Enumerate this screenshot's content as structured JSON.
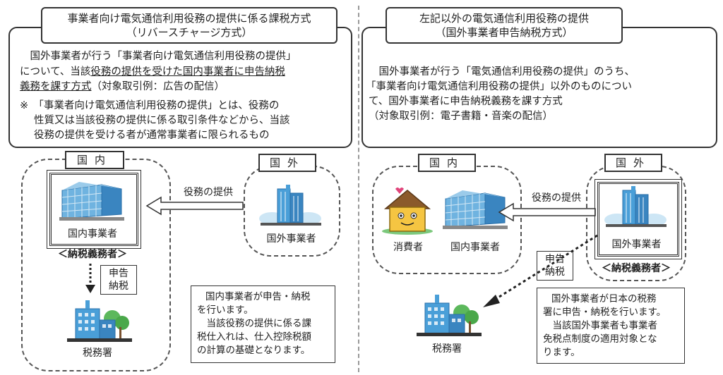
{
  "left": {
    "title_line1": "事業者向け電気通信利用役務の提供に係る課税方式",
    "title_line2": "（リバースチャージ方式）",
    "desc_line1": "　国外事業者が行う「事業者向け電気通信利用役務の提供」",
    "desc_line2a": "について、当該",
    "desc_line2b": "役務の提供を受けた国内事業者に申告納税",
    "desc_line3a": "義務を課す方式",
    "desc_line3b": "（対象取引例：広告の配信）",
    "note_line1": "※　「事業者向け電気通信利用役務の提供」とは、役務の",
    "note_line2": "性質又は当該役務の提供に係る取引条件などから、当該",
    "note_line3": "役務の提供を受ける者が通常事業者に限られるもの",
    "domestic_label": "国内",
    "foreign_label": "国外",
    "service_label": "役務の提供",
    "domestic_business": "国内事業者",
    "taxpayer": "＜納税義務者＞",
    "declare": "申告\n納税",
    "tax_office": "税務署",
    "foreign_business": "国外事業者",
    "info_line1": "国内事業者が申告・納税",
    "info_line2": "を行います。",
    "info_line3": "　当該役務の提供に係る課",
    "info_line4": "税仕入れは、仕入控除税額",
    "info_line5": "の計算の基礎となります。"
  },
  "right": {
    "title_line1": "左記以外の電気通信利用役務の提供",
    "title_line2": "（国外事業者申告納税方式）",
    "desc_line1": "　国外事業者が行う「電気通信利用役務の提供」のうち、",
    "desc_line2": "「事業者向け電気通信利用役務の提供」以外のものについ",
    "desc_line3": "て、国外事業者に申告納税義務を課す方式",
    "desc_line4": "（対象取引例：電子書籍・音楽の配信）",
    "domestic_label": "国内",
    "foreign_label": "国外",
    "service_label": "役務の提供",
    "consumer": "消費者",
    "domestic_business": "国内事業者",
    "foreign_business": "国外事業者",
    "taxpayer": "＜納税義務者＞",
    "declare": "申告\n納税",
    "tax_office": "税務署",
    "info_line1": "国外事業者が日本の税務",
    "info_line2": "署に申告・納税を行います。",
    "info_line3": "　当該国外事業者も事業者",
    "info_line4": "免税点制度の適用対象とな",
    "info_line5": "ります。"
  },
  "colors": {
    "building_blue": "#4a9fd8",
    "building_dark": "#2a6fa8",
    "tree_green": "#5cb85c",
    "house_yellow": "#f5c542"
  }
}
